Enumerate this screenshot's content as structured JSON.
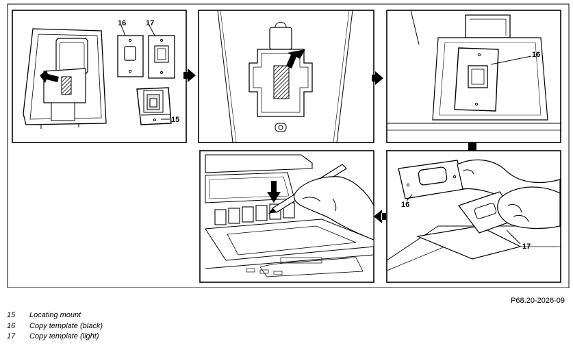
{
  "callouts": {
    "n15": "15",
    "n16": "16",
    "n17": "17"
  },
  "figure_code": "P68.20-2026-09",
  "legend": [
    {
      "num": "15",
      "text": "Locating mount"
    },
    {
      "num": "16",
      "text": "Copy template (black)"
    },
    {
      "num": "17",
      "text": "Copy template (light)"
    }
  ]
}
